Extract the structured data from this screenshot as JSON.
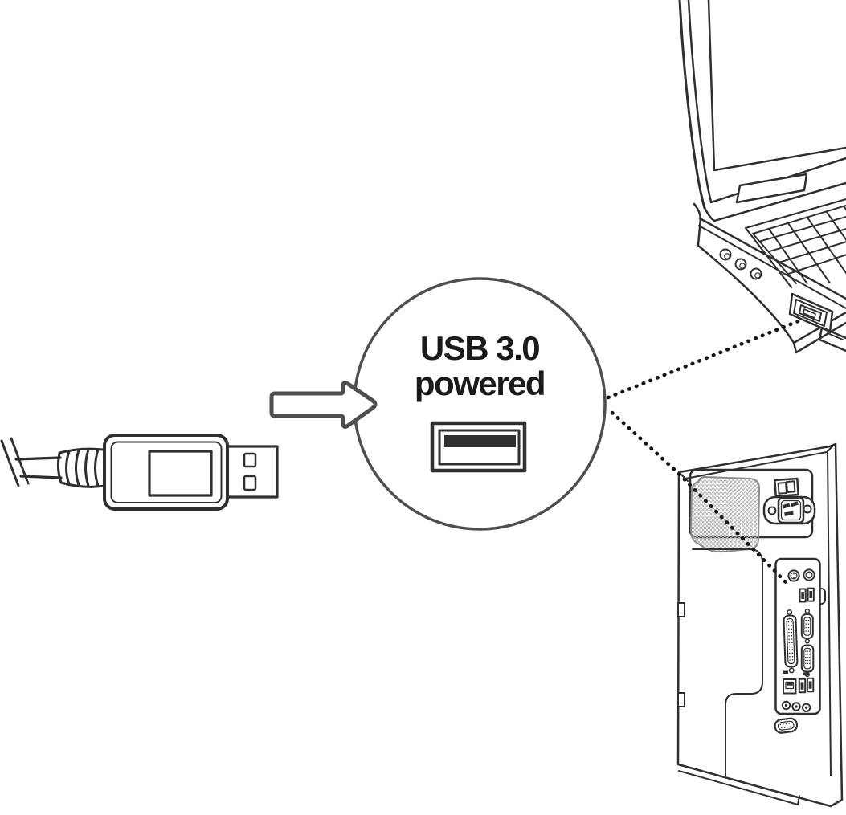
{
  "figure": {
    "badge": {
      "title": "USB 3.0",
      "subtitle": "powered"
    }
  },
  "icons": [
    "usb-a-connector-icon",
    "right-arrow-icon",
    "usb-port-icon",
    "laptop-icon",
    "desktop-tower-rear-icon",
    "dotted-leader-line"
  ],
  "colors": {
    "line": "#2f2f2f",
    "circle-line": "#4f4f4f",
    "text": "#1a1a1a",
    "dot": "#161616",
    "vent-hatch": "#b6b6b6",
    "vent-outline": "#8d8d8d",
    "background": "#ffffff"
  }
}
